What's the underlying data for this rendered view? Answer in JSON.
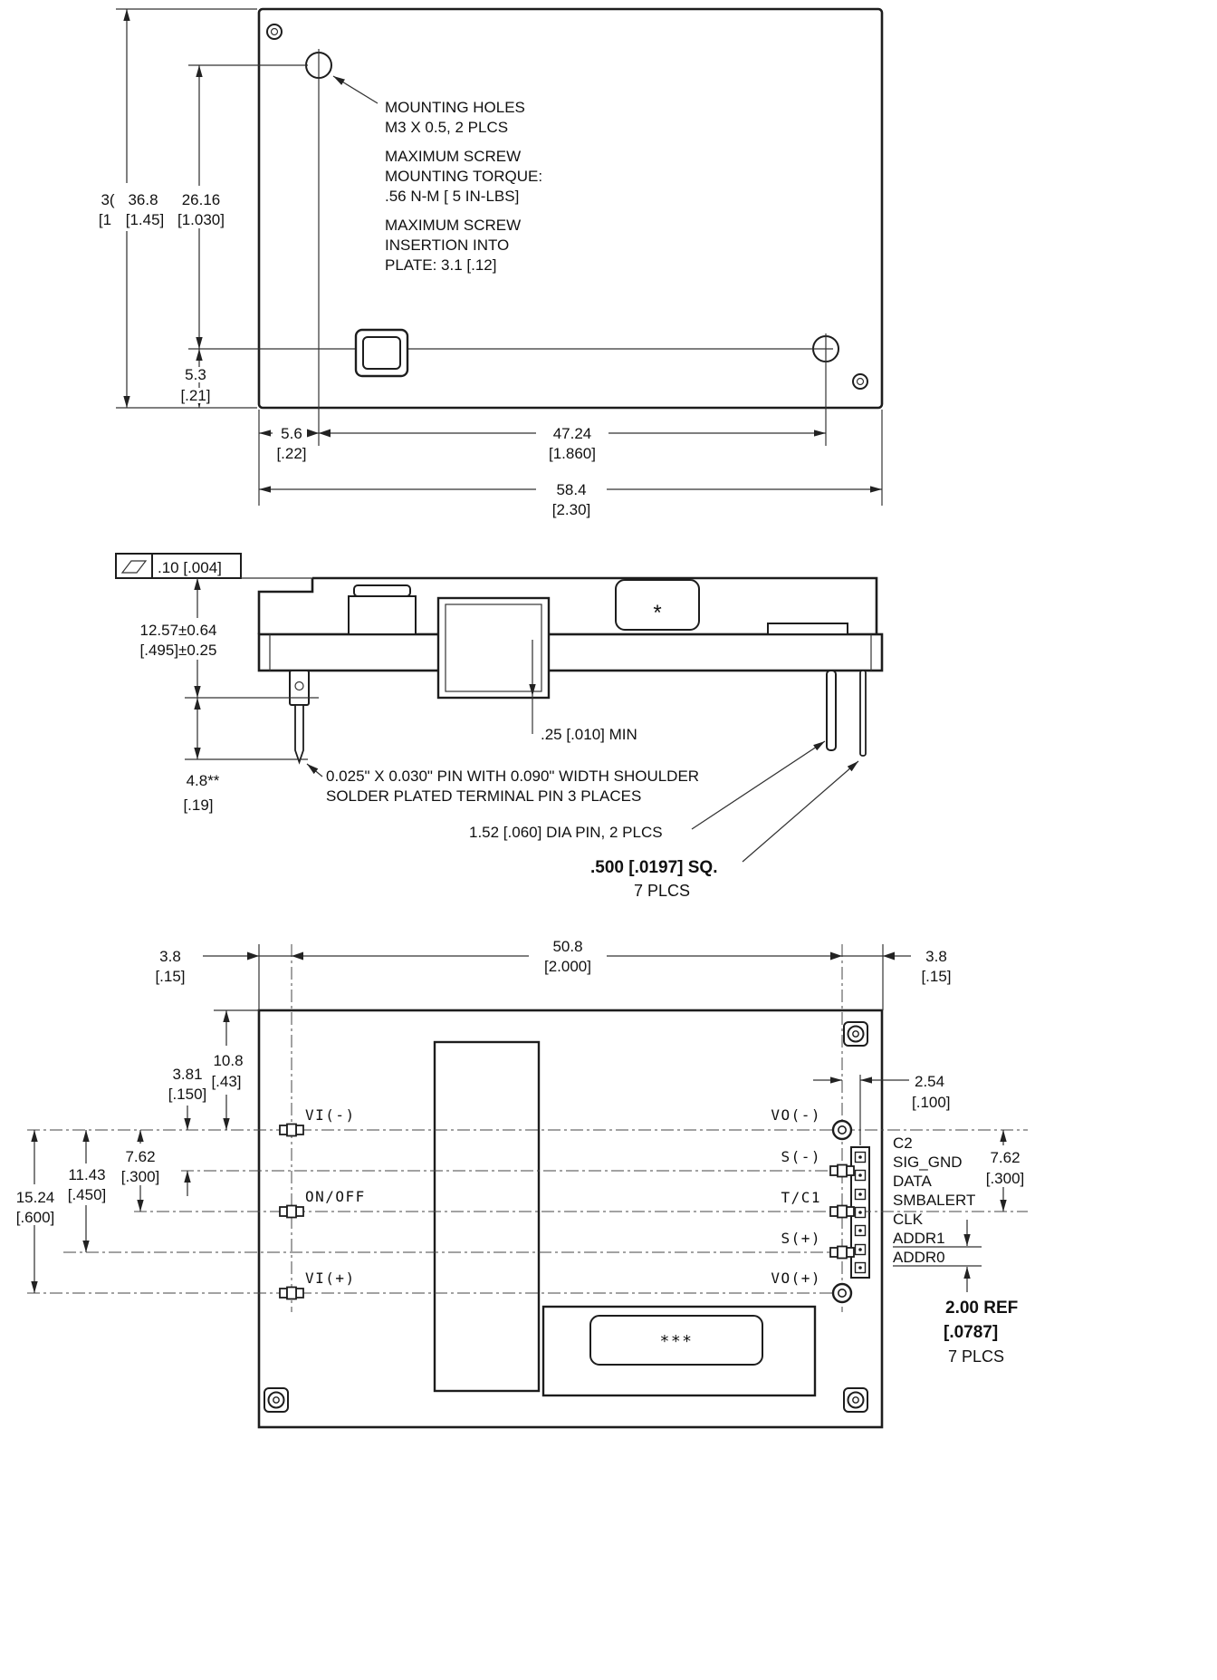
{
  "top": {
    "dims": {
      "height_ghost_mm": "3(",
      "height_ghost_in": "[1",
      "height_mm": "36.8",
      "height_in": "[1.45]",
      "hole_y_mm": "26.16",
      "hole_y_in": "[1.030]",
      "hole_bottom_mm": "5.3",
      "hole_bottom_in": "[.21]",
      "hole_left_mm": "5.6",
      "hole_left_in": "[.22]",
      "hole_span_mm": "47.24",
      "hole_span_in": "[1.860]",
      "width_mm": "58.4",
      "width_in": "[2.30]"
    },
    "notes": {
      "mounting": [
        "MOUNTING HOLES",
        "M3 X 0.5, 2 PLCS"
      ],
      "torque": [
        "MAXIMUM SCREW",
        "MOUNTING TORQUE:",
        ".56 N-M [ 5 IN-LBS]"
      ],
      "insertion": [
        "MAXIMUM SCREW",
        "INSERTION INTO",
        "PLATE: 3.1 [.12]"
      ]
    }
  },
  "side": {
    "flatness": ".10 [.004]",
    "dims": {
      "body_mm": "12.57±0.64",
      "body_in": "[.495]±0.25",
      "pin_mm": "4.8**",
      "pin_in": "[.19]",
      "standoff": ".25 [.010] MIN"
    },
    "notes": {
      "terminal_1": "0.025\" X 0.030\" PIN WITH 0.090\" WIDTH SHOULDER",
      "terminal_2": "SOLDER PLATED TERMINAL PIN  3 PLACES",
      "dia_pin": "1.52 [.060] DIA PIN, 2 PLCS",
      "sq_1": ".500 [.0197] SQ.",
      "sq_2": "7 PLCS"
    },
    "component_mark": "*"
  },
  "bottom": {
    "dims": {
      "edge_left_mm": "3.8",
      "edge_left_in": "[.15]",
      "span_mm": "50.8",
      "span_in": "[2.000]",
      "edge_right_mm": "3.8",
      "edge_right_in": "[.15]",
      "top_mm": "10.8",
      "top_in": "[.43]",
      "p381_mm": "3.81",
      "p381_in": "[.150]",
      "p762l_mm": "7.62",
      "p762l_in": "[.300]",
      "p1143_mm": "11.43",
      "p1143_in": "[.450]",
      "p1524_mm": "15.24",
      "p1524_in": "[.600]",
      "p254_mm": "2.54",
      "p254_in": "[.100]",
      "p762r_mm": "7.62",
      "p762r_in": "[.300]"
    },
    "pins_left": [
      "VI(-)",
      "ON/OFF",
      "VI(+)"
    ],
    "pins_right": [
      "VO(-)",
      "S(-)",
      "T/C1",
      "S(+)",
      "VO(+)"
    ],
    "connector": [
      "C2",
      "SIG_GND",
      "DATA",
      "SMBALERT",
      "CLK",
      "ADDR1",
      "ADDR0"
    ],
    "ref": [
      "2.00 REF",
      "[.0787]",
      "7 PLCS"
    ],
    "component_mark": "***"
  }
}
